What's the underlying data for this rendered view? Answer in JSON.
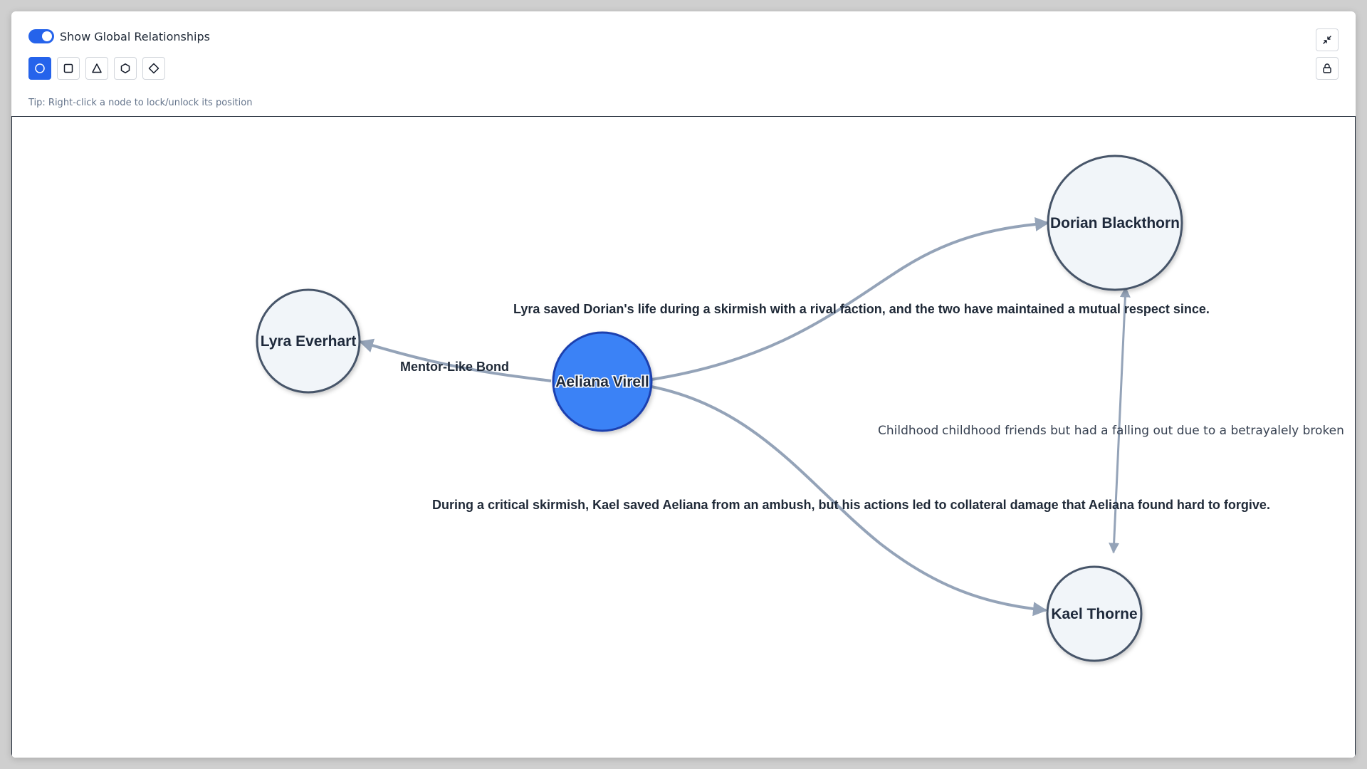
{
  "toolbar": {
    "toggle_label": "Show Global Relationships",
    "toggle_on": true,
    "shapes": [
      {
        "name": "circle",
        "active": true
      },
      {
        "name": "square",
        "active": false
      },
      {
        "name": "triangle",
        "active": false
      },
      {
        "name": "hexagon",
        "active": false
      },
      {
        "name": "diamond",
        "active": false
      }
    ],
    "tip": "Tip: Right-click a node to lock/unlock its position",
    "right_icons": [
      "collapse-icon",
      "lock-icon"
    ]
  },
  "graph": {
    "nodes": [
      {
        "id": "aeliana",
        "label": "Aeliana Virell",
        "primary": true
      },
      {
        "id": "lyra",
        "label": "Lyra Everhart",
        "primary": false
      },
      {
        "id": "dorian",
        "label": "Dorian Blackthorn",
        "primary": false
      },
      {
        "id": "kael",
        "label": "Kael Thorne",
        "primary": false
      }
    ],
    "edges": [
      {
        "from": "aeliana",
        "to": "lyra",
        "label": "Mentor-Like Bond"
      },
      {
        "from": "aeliana",
        "to": "dorian",
        "label": "Lyra saved Dorian's life during a skirmish with a rival faction, and the two have maintained a mutual respect since."
      },
      {
        "from": "aeliana",
        "to": "kael",
        "label": "During a critical skirmish, Kael saved Aeliana from an ambush, but his actions led to collateral damage that Aeliana found hard to forgive."
      },
      {
        "from": "dorian",
        "to": "kael",
        "label_left": "Childhood",
        "label_right": "childhood friends but had a falling out due to a betrayalely broken"
      }
    ],
    "colors": {
      "primary_fill": "#3b82f6",
      "primary_stroke": "#1e40af",
      "node_fill": "#f1f5f9",
      "node_stroke": "#475569",
      "edge": "#94a3b8"
    }
  }
}
